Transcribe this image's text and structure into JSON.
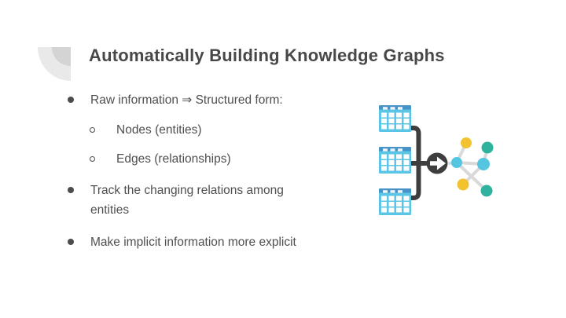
{
  "slide": {
    "title": "Automatically Building Knowledge Graphs",
    "bullets": [
      {
        "level": 1,
        "text": "Raw information ⇒ Structured form:"
      },
      {
        "level": 2,
        "text": "Nodes (entities)"
      },
      {
        "level": 2,
        "text": "Edges (relationships)"
      },
      {
        "level": 1,
        "text": "Track the changing relations among entities"
      },
      {
        "level": 1,
        "text": "Make implicit information more explicit"
      }
    ]
  },
  "text_colors": {
    "title": "#484848",
    "body": "#4f4f4f",
    "bullet": "#4c4c4c"
  },
  "decoration": {
    "shape": "quarter-circle-corner",
    "outer_color": "#e9e9e9",
    "inner_color": "#d4d4d4"
  },
  "illustration": {
    "icons": [
      "table-icon",
      "merge-bracket",
      "arrow-circle-icon",
      "knowledge-graph-icon"
    ],
    "colors": {
      "table_header": "#4793c8",
      "table_body": "#5ac5e5",
      "table_cell": "#ffffff",
      "bracket": "#3e3e3e",
      "arrow_circle": "#3e3e3e",
      "arrow_glyph": "#ffffff",
      "edge": "#d9d9d9",
      "node_yellow": "#f2c230",
      "node_teal": "#2fb39e",
      "node_blue": "#54c6e2"
    }
  }
}
